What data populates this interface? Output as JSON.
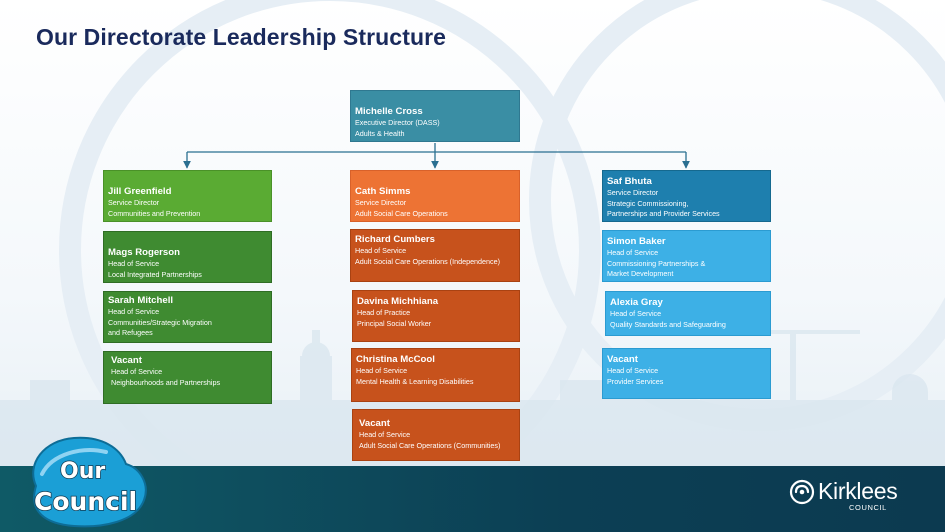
{
  "slide": {
    "title": "Our Directorate Leadership Structure"
  },
  "org": {
    "executive": {
      "name": "Michelle Cross",
      "lines": [
        "Executive Director (DASS)",
        "Adults & Health"
      ]
    },
    "left_column": [
      {
        "name": "Jill Greenfield",
        "lines": [
          "Service Director",
          "Communities and Prevention"
        ]
      },
      {
        "name": "Mags Rogerson",
        "lines": [
          "Head of Service",
          "Local Integrated Partnerships"
        ]
      },
      {
        "name": "Sarah Mitchell",
        "lines": [
          "Head of Service",
          "Communities/Strategic Migration",
          "and Refugees"
        ]
      },
      {
        "name": "Vacant",
        "lines": [
          "Head of Service",
          "Neighbourhoods and Partnerships"
        ]
      }
    ],
    "middle_column": [
      {
        "name": "Cath Simms",
        "lines": [
          "Service Director",
          "Adult Social Care Operations"
        ]
      },
      {
        "name": "Richard Cumbers",
        "lines": [
          "Head of Service",
          "Adult Social Care Operations (Independence)"
        ]
      },
      {
        "name": "Davina Michhiana",
        "lines": [
          "Head of Practice",
          "Principal Social Worker"
        ]
      },
      {
        "name": "Christina McCool",
        "lines": [
          "Head of Service",
          "Mental Health & Learning Disabilities"
        ]
      },
      {
        "name": "Vacant",
        "lines": [
          "Head of Service",
          "Adult Social Care Operations (Communities)"
        ]
      }
    ],
    "right_column": [
      {
        "name": "Saf Bhuta",
        "lines": [
          "Service Director",
          "Strategic Commissioning,",
          "Partnerships and Provider Services"
        ]
      },
      {
        "name": "Simon Baker",
        "lines": [
          "Head of Service",
          "Commissioning Partnerships &",
          "Market Development"
        ]
      },
      {
        "name": "Alexia Gray",
        "lines": [
          "Head of Service",
          "Quality Standards and Safeguarding"
        ]
      },
      {
        "name": "Vacant",
        "lines": [
          "Head of Service",
          "Provider Services"
        ]
      }
    ]
  },
  "branding": {
    "our_council_logo": {
      "line1": "Our",
      "line2": "Council"
    },
    "kirklees_logo": {
      "name": "Kirklees",
      "sub": "COUNCIL"
    }
  },
  "colors": {
    "title": "#1a2a5c",
    "executive": "#3a8ea4",
    "green_director": "#5aab33",
    "green_head": "#3f8b31",
    "orange_director": "#ed7334",
    "orange_head": "#c7521c",
    "blue_director": "#1e7fae",
    "blue_head": "#3db0e6",
    "connector": "#2a6f91",
    "footer": "#0c3f54"
  }
}
